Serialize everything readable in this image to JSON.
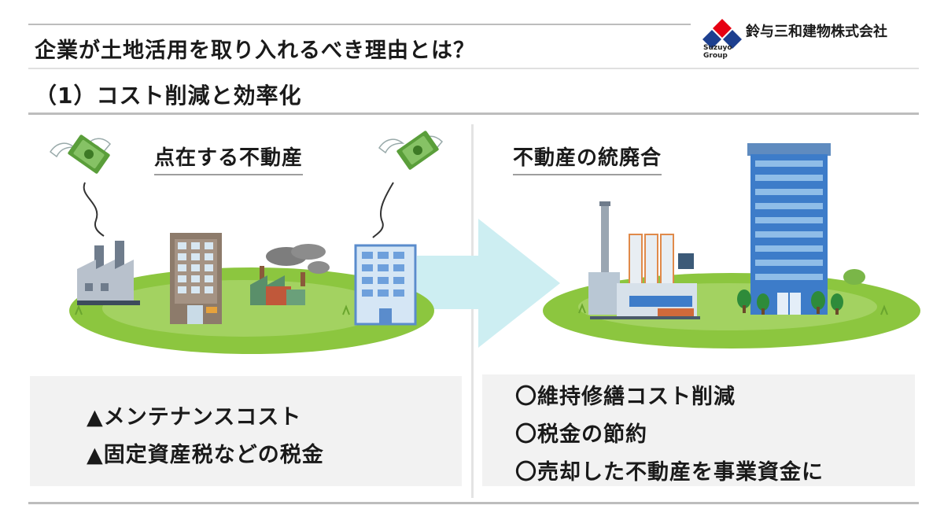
{
  "header": {
    "title": "企業が土地活用を取り入れるべき理由とは？",
    "subtitle": "（1）コスト削減と効率化",
    "company": "鈴与三和建物株式会社",
    "logo_text_1": "Suzuyo",
    "logo_text_2": "Group"
  },
  "left_panel": {
    "heading": "点在する不動産",
    "items": [
      "▲メンテナンスコスト",
      "▲固定資産税などの税金"
    ]
  },
  "right_panel": {
    "heading": "不動産の統廃合",
    "items": [
      "〇維持修繕コスト削減",
      "〇税金の節約",
      "〇売却した不動産を事業資金に"
    ]
  },
  "colors": {
    "arrow": "#cdeef2",
    "grass": "#8cc63f",
    "grass_light": "#a9d46a",
    "building_blue": "#3d7cc9",
    "logo_red": "#e60012",
    "logo_blue": "#1d3f8f"
  }
}
